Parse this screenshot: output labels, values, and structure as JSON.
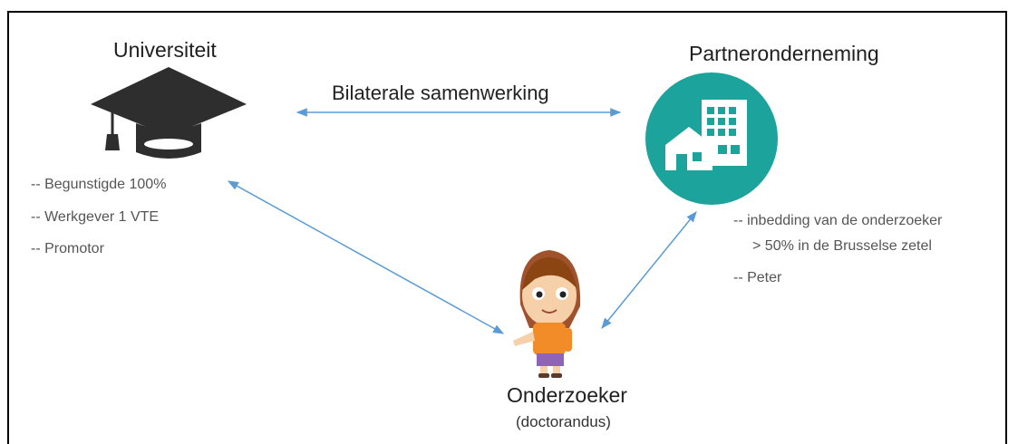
{
  "university": {
    "title": "Universiteit",
    "items": [
      "-- Begunstigde 100%",
      "-- Werkgever 1 VTE",
      "-- Promotor"
    ]
  },
  "partner": {
    "title": "Partneronderneming",
    "items": [
      "-- inbedding van de onderzoeker",
      "> 50% in de Brusselse zetel",
      "-- Peter"
    ]
  },
  "link": {
    "label": "Bilaterale samenwerking"
  },
  "researcher": {
    "title": "Onderzoeker",
    "subtitle": "(doctorandus)"
  },
  "colors": {
    "arrow": "#5b9bd5",
    "teal": "#1ba39c",
    "cap": "#2e2e2e"
  },
  "icons": [
    "graduation-cap-icon",
    "building-icon",
    "researcher-figure"
  ]
}
